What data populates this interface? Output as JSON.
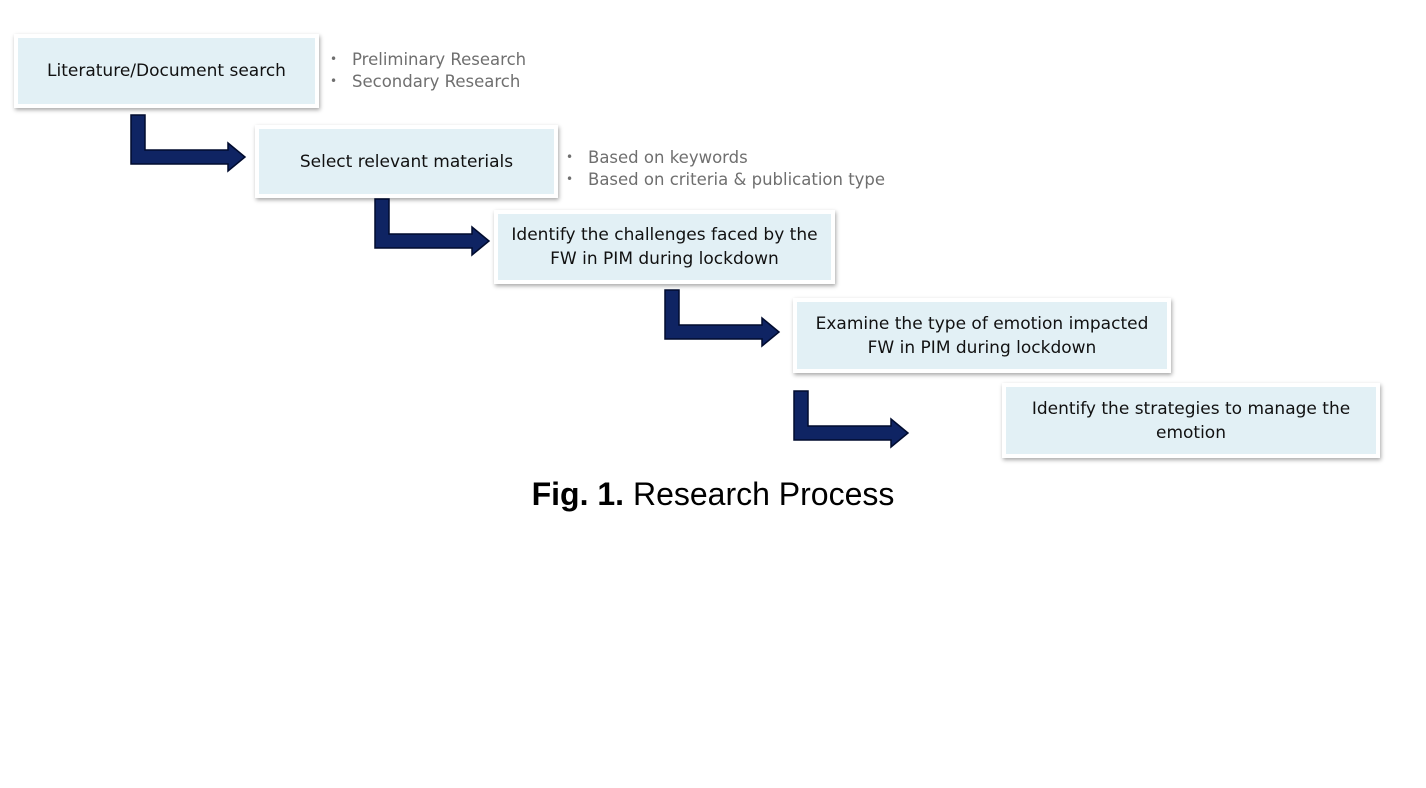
{
  "steps": [
    {
      "label": "Literature/Document search"
    },
    {
      "label": "Select relevant materials"
    },
    {
      "label": "Identify the challenges faced by the FW in PIM during lockdown"
    },
    {
      "label": "Examine the type of emotion impacted FW in PIM during lockdown"
    },
    {
      "label": "Identify the strategies to manage the emotion"
    }
  ],
  "notes": {
    "step1": [
      "Preliminary Research",
      "Secondary Research"
    ],
    "step2": [
      "Based on keywords",
      "Based on criteria & publication type"
    ]
  },
  "caption": {
    "prefix": "Fig. 1.",
    "text": "Research Process"
  },
  "colors": {
    "box_fill": "#e2f0f5",
    "arrow": "#0f2463",
    "note_text": "#6f6f6f"
  }
}
